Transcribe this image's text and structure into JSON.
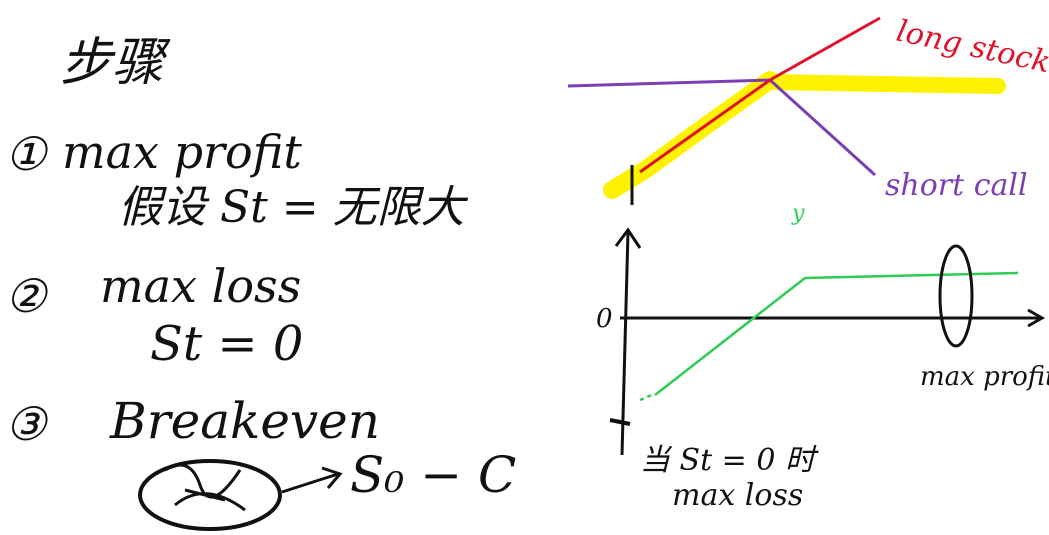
{
  "colors": {
    "ink": "#111111",
    "highlight": "#fff200",
    "long_stock": "#e0122a",
    "short_call": "#7a3fb5",
    "payoff": "#2ecc55"
  },
  "notes": {
    "heading": "步骤",
    "step1_num": "①",
    "step1_title": "max profit",
    "step1_detail": "假设 St = 无限大",
    "step2_num": "②",
    "step2_title": "max loss",
    "step2_detail": "St = 0",
    "step3_num": "③",
    "step3_title": "Breakeven",
    "step3_detail": "S₀ − C"
  },
  "top_diagram": {
    "label_long_stock": "long stock",
    "label_short_call": "short call"
  },
  "bottom_diagram": {
    "green_mark": "y",
    "zero_label": "0",
    "max_profit_label": "max profit",
    "max_loss_note": "当 St = 0 时",
    "max_loss_label": "max loss"
  }
}
